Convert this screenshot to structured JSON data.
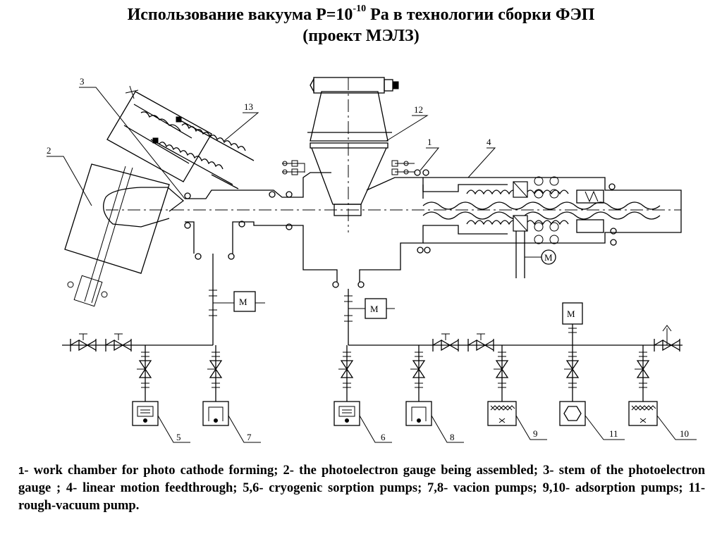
{
  "title": {
    "line1_main": "Использование вакуума P=10",
    "line1_exp": "-10",
    "line1_rest": " Pa  в  технологии сборки ФЭП",
    "line2": "(проект МЭЛЗ)"
  },
  "labels": {
    "l1": "1",
    "l2": "2",
    "l3": "3",
    "l4": "4",
    "l5": "5",
    "l6": "6",
    "l7": "7",
    "l8": "8",
    "l9": "9",
    "l10": "10",
    "l11": "11",
    "l12": "12",
    "l13": "13"
  },
  "motor_label": "M",
  "caption": {
    "num": "1",
    "text": "- work chamber for photo cathode forming; 2- the    photoelectron gauge being assembled; 3- stem of the photoelectron gauge ; 4- linear motion feedthrough; 5,6- cryogenic sorption pumps; 7,8- vacion pumps; 9,10- adsorption pumps; 11- rough-vacuum pump."
  }
}
